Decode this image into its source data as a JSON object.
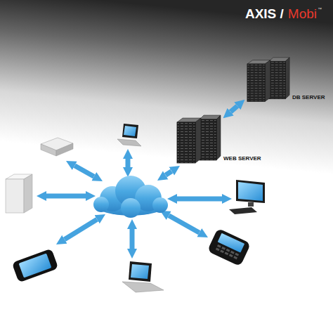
{
  "diagram": {
    "nodes": [
      {
        "text": [
          "DB SERVER"
        ]
      },
      {
        "text": [
          "WEB SERVER"
        ]
      }
    ],
    "edges": [
      {
        "from": 0,
        "to": 1,
        "arrow": "both"
      }
    ],
    "labels": [
      "AXIS /",
      "Mobi",
      "™"
    ]
  }
}
